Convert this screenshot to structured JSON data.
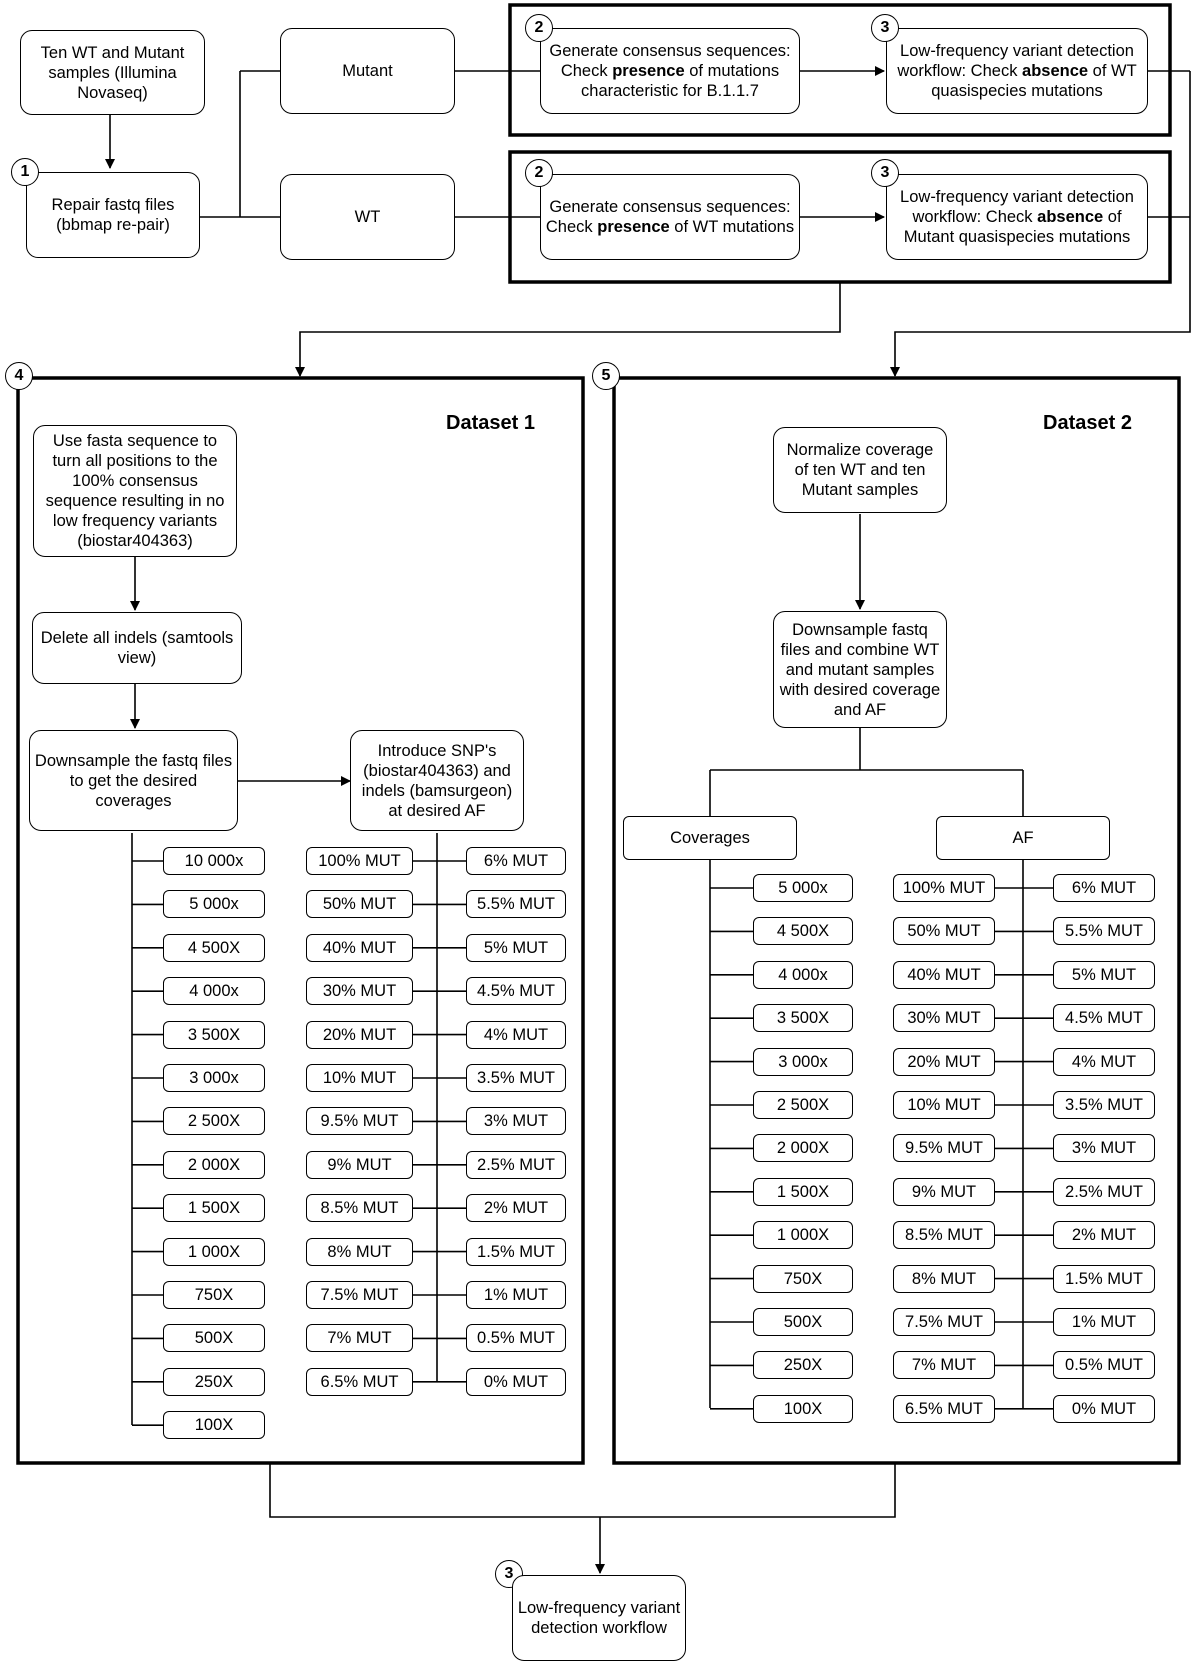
{
  "top": {
    "samples": "Ten WT and Mutant samples (Illumina Novaseq)",
    "repair": "Repair fastq files (bbmap re-pair)",
    "mutant": "Mutant",
    "wt": "WT",
    "consensus_mut": {
      "pre": "Generate consensus sequences: Check ",
      "bold": "presence",
      "post": " of mutations characteristic for B.1.1.7"
    },
    "lowfreq_mut": {
      "pre": "Low-frequency variant detection workflow: Check ",
      "bold": "absence",
      "post": " of WT quasispecies mutations"
    },
    "consensus_wt": {
      "pre": "Generate consensus sequences: Check ",
      "bold": "presence",
      "post": " of WT mutations"
    },
    "lowfreq_wt": {
      "pre": "Low-frequency variant detection workflow: Check ",
      "bold": "absence",
      "post": " of Mutant quasispecies mutations"
    }
  },
  "badges": {
    "b1": "1",
    "b2a": "2",
    "b3a": "3",
    "b2b": "2",
    "b3b": "3",
    "b4": "4",
    "b5": "5",
    "b3c": "3"
  },
  "dataset1": {
    "title": "Dataset 1",
    "fasta": "Use fasta sequence to turn all positions to the 100% consensus sequence resulting in no low frequency variants (biostar404363)",
    "indels": "Delete all indels (samtools view)",
    "downsample": "Downsample the fastq files to get the desired coverages",
    "introduce": "Introduce SNP's (biostar404363) and indels (bamsurgeon) at desired AF",
    "coverages": [
      "10 000x",
      "5 000x",
      "4 500X",
      "4 000x",
      "3 500X",
      "3 000x",
      "2 500X",
      "2 000X",
      "1 500X",
      "1 000X",
      "750X",
      "500X",
      "250X",
      "100X"
    ],
    "af_left": [
      "100% MUT",
      "50% MUT",
      "40% MUT",
      "30% MUT",
      "20% MUT",
      "10% MUT",
      "9.5% MUT",
      "9% MUT",
      "8.5% MUT",
      "8% MUT",
      "7.5% MUT",
      "7% MUT",
      "6.5% MUT"
    ],
    "af_right": [
      "6% MUT",
      "5.5% MUT",
      "5% MUT",
      "4.5% MUT",
      "4% MUT",
      "3.5% MUT",
      "3% MUT",
      "2.5% MUT",
      "2% MUT",
      "1.5% MUT",
      "1% MUT",
      "0.5% MUT",
      "0% MUT"
    ]
  },
  "dataset2": {
    "title": "Dataset 2",
    "normalize": "Normalize coverage of ten WT and ten Mutant samples",
    "downsample": "Downsample fastq files and combine WT and mutant samples with desired coverage and AF",
    "coverages_label": "Coverages",
    "af_label": "AF",
    "coverages": [
      "5 000x",
      "4 500X",
      "4 000x",
      "3 500X",
      "3 000x",
      "2 500X",
      "2 000X",
      "1 500X",
      "1 000X",
      "750X",
      "500X",
      "250X",
      "100X"
    ],
    "af_left": [
      "100% MUT",
      "50% MUT",
      "40% MUT",
      "30% MUT",
      "20% MUT",
      "10% MUT",
      "9.5% MUT",
      "9% MUT",
      "8.5% MUT",
      "8% MUT",
      "7.5% MUT",
      "7% MUT",
      "6.5% MUT"
    ],
    "af_right": [
      "6% MUT",
      "5.5% MUT",
      "5% MUT",
      "4.5% MUT",
      "4% MUT",
      "3.5% MUT",
      "3% MUT",
      "2.5% MUT",
      "2% MUT",
      "1.5% MUT",
      "1% MUT",
      "0.5% MUT",
      "0% MUT"
    ]
  },
  "final": "Low-frequency variant detection workflow"
}
